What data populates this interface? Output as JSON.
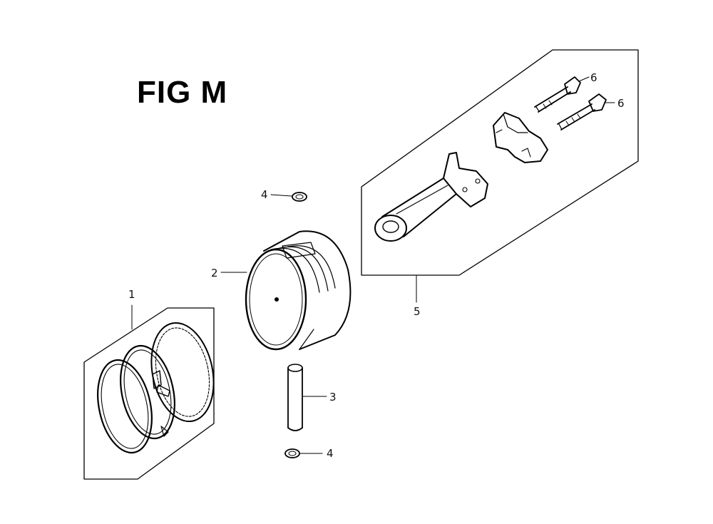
{
  "title": "FIG M",
  "callouts": {
    "piston_rings": "1",
    "piston": "2",
    "piston_pin": "3",
    "clip_top": "4",
    "clip_bottom": "4",
    "connecting_rod": "5",
    "bolt_upper": "6",
    "bolt_lower": "6"
  }
}
